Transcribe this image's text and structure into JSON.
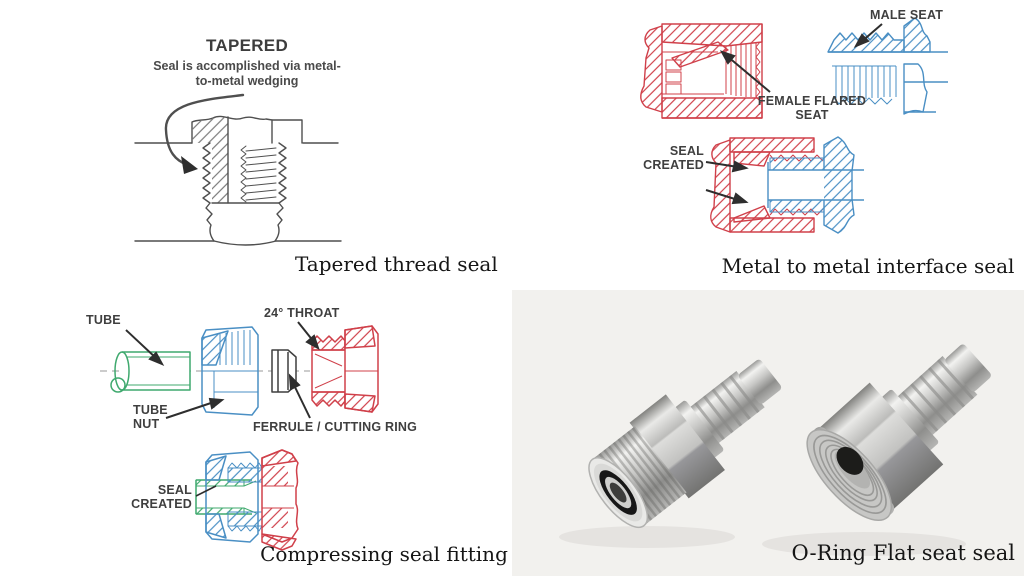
{
  "panels": {
    "tapered": {
      "title": "TAPERED",
      "subtitle1": "Seal is accomplished via",
      "subtitle2": "metal-to-metal wedging",
      "caption": "Tapered thread seal"
    },
    "metal": {
      "male_seat": "MALE SEAT",
      "female_flared_line1": "FEMALE FLARED",
      "female_flared_line2": "SEAT",
      "seal_created_line1": "SEAL",
      "seal_created_line2": "CREATED",
      "caption": "Metal to metal interface seal"
    },
    "compression": {
      "tube": "TUBE",
      "tube_nut_line1": "TUBE",
      "tube_nut_line2": "NUT",
      "throat": "24° THROAT",
      "ferrule": "FERRULE / CUTTING RING",
      "seal_created_line1": "SEAL",
      "seal_created_line2": "CREATED",
      "caption": "Compressing seal fitting"
    },
    "oring": {
      "caption": "O-Ring Flat seat seal"
    }
  },
  "colors": {
    "diagram_red": "#d0404a",
    "diagram_blue": "#4a8fc4",
    "diagram_green": "#3fa96e",
    "diagram_line_gray": "#4f4f4f",
    "label_gray": "#3f3f3f",
    "caption_black": "#151515",
    "photo_background": "#f2f1ee",
    "oring_black": "#171717"
  }
}
